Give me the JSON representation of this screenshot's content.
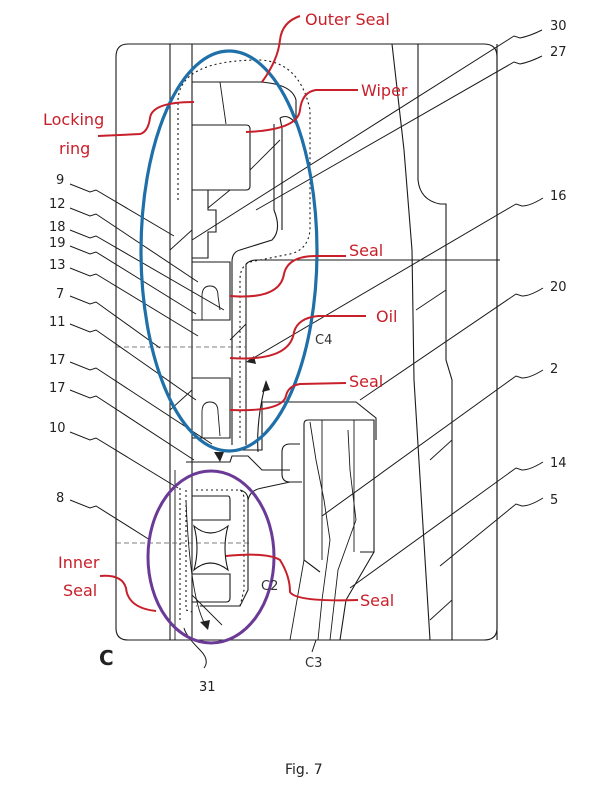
{
  "figure": {
    "caption": "Fig. 7",
    "corner_label": "C"
  },
  "reference_numerals": {
    "n30": "30",
    "n27": "27",
    "n16": "16",
    "n20": "20",
    "n2": "2",
    "n14": "14",
    "n5": "5",
    "n9": "9",
    "n12": "12",
    "n18": "18",
    "n19": "19",
    "n13": "13",
    "n7": "7",
    "n11": "11",
    "n17a": "17",
    "n17b": "17",
    "n10": "10",
    "n8": "8",
    "n31": "31"
  },
  "chamber_labels": {
    "c4": "C4",
    "c2": "C2",
    "c3": "C3"
  },
  "annotations": {
    "outer_seal": "Outer Seal",
    "wiper": "Wiper",
    "locking_ring_line1": "Locking",
    "locking_ring_line2": "ring",
    "seal_upper": "Seal",
    "oil": "Oil",
    "seal_middle": "Seal",
    "inner_seal_line1": "Inner",
    "inner_seal_line2": "Seal",
    "seal_lower": "Seal"
  },
  "colors": {
    "annotation_red": "#c8202a",
    "outer_region_blue": "#1f6fa8",
    "inner_region_purple": "#6a3a96"
  }
}
